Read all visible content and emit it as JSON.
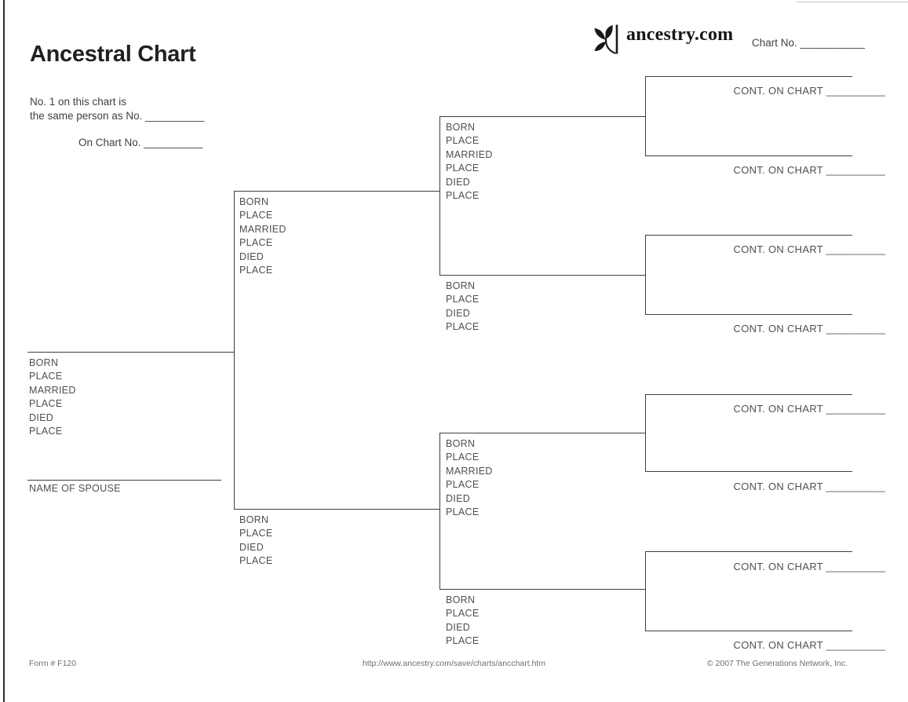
{
  "page_title": "Ancestral Chart",
  "header": {
    "brand_wordmark": "ancestry.com",
    "brand_icon": "ancestry-leaf-icon",
    "chart_no": "Chart No. ___________"
  },
  "identity_note": {
    "line1": "No. 1 on this chart is",
    "line2": "the same person as No. __________",
    "line3": "On Chart No. __________"
  },
  "field_labels": {
    "full": [
      "BORN",
      "PLACE",
      "MARRIED",
      "PLACE",
      "DIED",
      "PLACE"
    ],
    "short": [
      "BORN",
      "PLACE",
      "DIED",
      "PLACE"
    ],
    "spouse": "NAME OF SPOUSE",
    "continuation": "CONT. ON CHART __________"
  },
  "footer": {
    "form_number": "Form # F120",
    "url": "http://www.ancestry.com/save/charts/ancchart.htm",
    "copyright": "© 2007 The Generations Network, Inc."
  },
  "colors": {
    "line": "#3f3f3f",
    "label_text": "#4f4f4f",
    "title_text": "#231f20",
    "footer_text": "#6e6e6e",
    "logo": "#161616"
  }
}
